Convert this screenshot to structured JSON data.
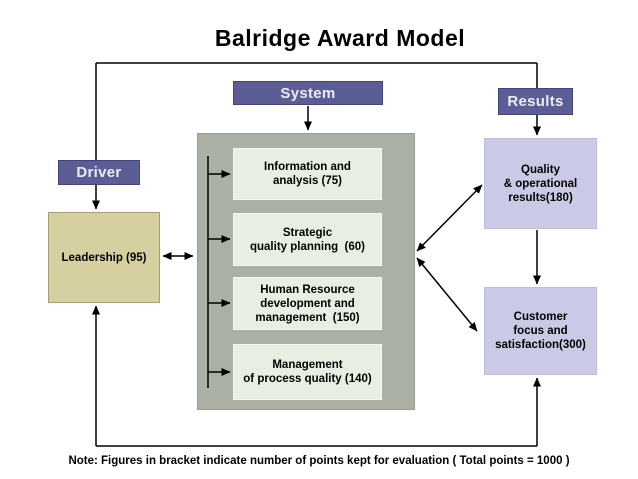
{
  "title": "Balridge Award Model",
  "note": "Note: Figures in bracket indicate number of points kept for evaluation ( Total points = 1000 )",
  "headers": {
    "driver": "Driver",
    "system": "System",
    "results": "Results"
  },
  "leadership": {
    "label": "Leadership (95)"
  },
  "system_processes": [
    {
      "lines": [
        "Information and",
        "analysis (75)"
      ]
    },
    {
      "lines": [
        "Strategic",
        "quality planning  (60)"
      ]
    },
    {
      "lines": [
        "Human Resource",
        "development and",
        "management  (150)"
      ]
    },
    {
      "lines": [
        "Management",
        "of process quality (140)"
      ]
    }
  ],
  "results_boxes": [
    {
      "lines": [
        "Quality",
        "& operational",
        "results(180)"
      ]
    },
    {
      "lines": [
        "Customer",
        "focus and",
        "satisfaction(300)"
      ]
    }
  ],
  "colors": {
    "background": "#ffffff",
    "text": "#000000",
    "line": "#000000",
    "header_bg": "#5d5d96",
    "header_text": "#ededf5",
    "container_bg": "#aab0a4",
    "process_bg": "#e7efe3",
    "leadership_bg": "#d6cfa0",
    "results_bg": "#cacae6"
  }
}
